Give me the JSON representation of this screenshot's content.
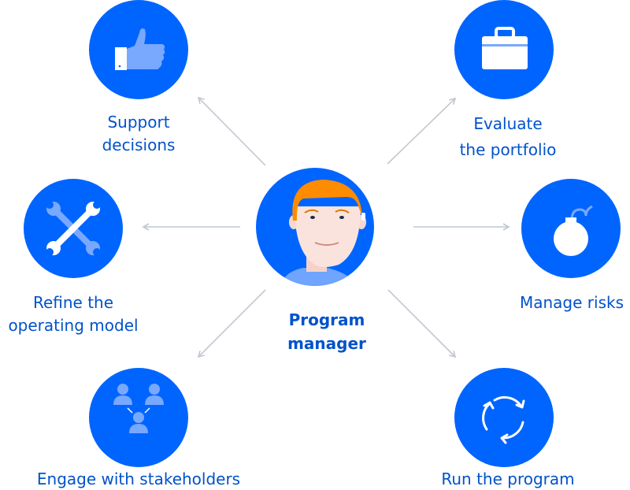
{
  "center": {
    "line1": "Program",
    "line2": "manager"
  },
  "nodes": {
    "support": {
      "line1": "Support",
      "line2": "decisions",
      "icon": "thumbs-up-icon"
    },
    "evaluate": {
      "line1": "Evaluate",
      "line2": "the portfolio",
      "icon": "briefcase-icon"
    },
    "refine": {
      "line1": "Refine the",
      "line2": "operating model",
      "icon": "wrench-icon"
    },
    "risks": {
      "line1": "Manage risks",
      "icon": "bomb-icon"
    },
    "engage": {
      "line1": "Engage with stakeholders",
      "icon": "people-icon"
    },
    "run": {
      "line1": "Run the program",
      "icon": "cycle-icon"
    }
  },
  "colors": {
    "circle": "#0065FF",
    "text": "#0052CC",
    "arrow": "#C1C7D0",
    "light": "#79A8FF"
  }
}
